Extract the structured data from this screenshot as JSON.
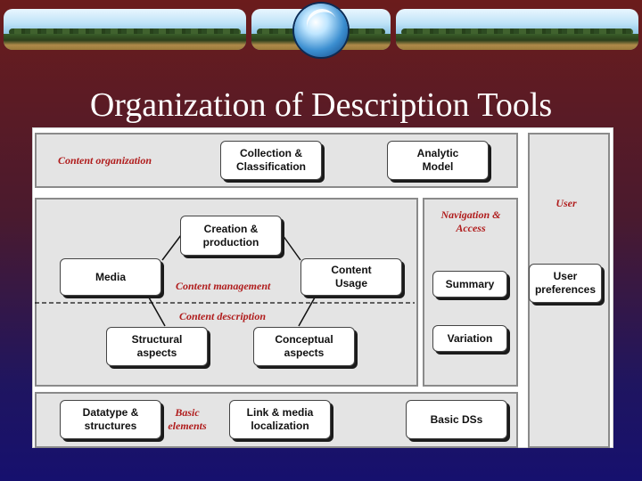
{
  "slide": {
    "title": "Organization of Description Tools"
  },
  "diagram": {
    "content_organization": {
      "label": "Content organization",
      "collection": "Collection &\nClassification",
      "analytic": "Analytic\nModel"
    },
    "content_management": {
      "creation": "Creation &\nproduction",
      "media": "Media",
      "content_usage": "Content\nUsage",
      "management_label": "Content management",
      "description_label": "Content description",
      "structural": "Structural\naspects",
      "conceptual": "Conceptual\naspects"
    },
    "navigation": {
      "label": "Navigation &\nAccess",
      "summary": "Summary",
      "variation": "Variation"
    },
    "user": {
      "label": "User",
      "preferences": "User\npreferences"
    },
    "basic": {
      "datatype": "Datatype &\nstructures",
      "label": "Basic\nelements",
      "link_media": "Link & media\nlocalization",
      "basic_ds": "Basic DSs"
    }
  }
}
